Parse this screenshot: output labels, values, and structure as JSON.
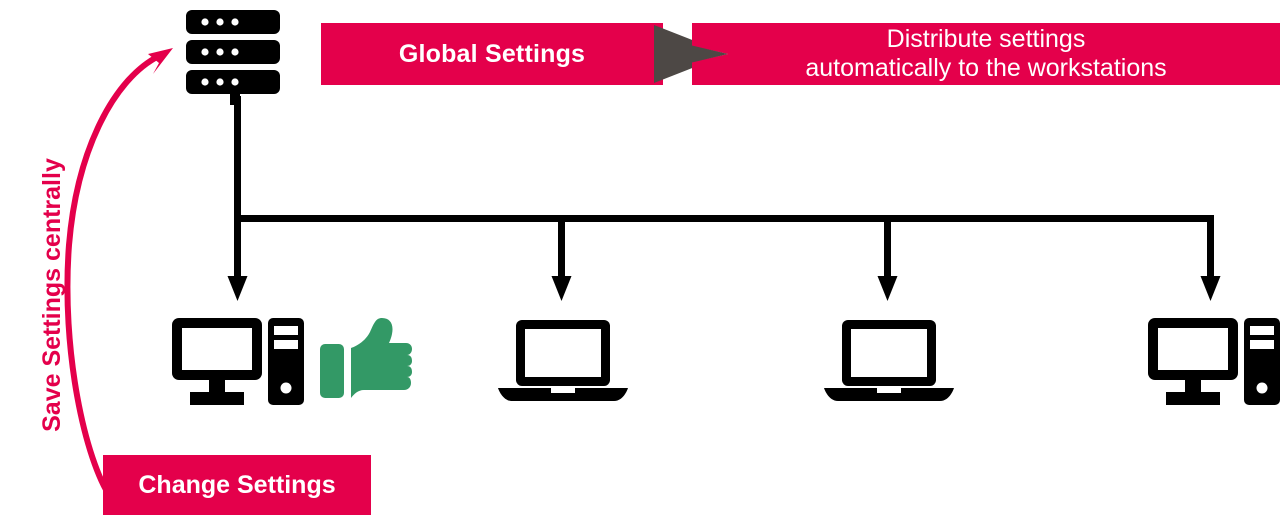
{
  "diagram": {
    "title_banners": {
      "global": {
        "label": "Global Settings"
      },
      "distribute": {
        "line1": "Distribute settings",
        "line2": "automatically to the workstations"
      },
      "change": {
        "label": "Change Settings"
      }
    },
    "side_label": {
      "text": "Save Settings centrally"
    },
    "colors": {
      "accent_red": "#e4004b",
      "triangle_gray": "#4d4845",
      "device_black": "#000000",
      "thumb_green": "#339966",
      "background": "#ffffff"
    },
    "nodes": {
      "server": {
        "name": "server-rack",
        "units": 3,
        "dots_per_unit": 3
      },
      "devices": [
        {
          "name": "desktop-computer",
          "type": "desktop",
          "has_thumbs_up": true
        },
        {
          "name": "laptop",
          "type": "laptop",
          "has_thumbs_up": false
        },
        {
          "name": "laptop",
          "type": "laptop",
          "has_thumbs_up": false
        },
        {
          "name": "desktop-computer",
          "type": "desktop",
          "has_thumbs_up": false
        }
      ]
    },
    "connections": {
      "distribution_arrows": 4,
      "feedback_arrow": {
        "from": "change-settings-banner",
        "to": "server-rack",
        "style": "curved"
      },
      "flow_arrow": {
        "from": "global-settings-banner",
        "to": "distribute-settings-banner",
        "style": "triangle"
      }
    }
  }
}
